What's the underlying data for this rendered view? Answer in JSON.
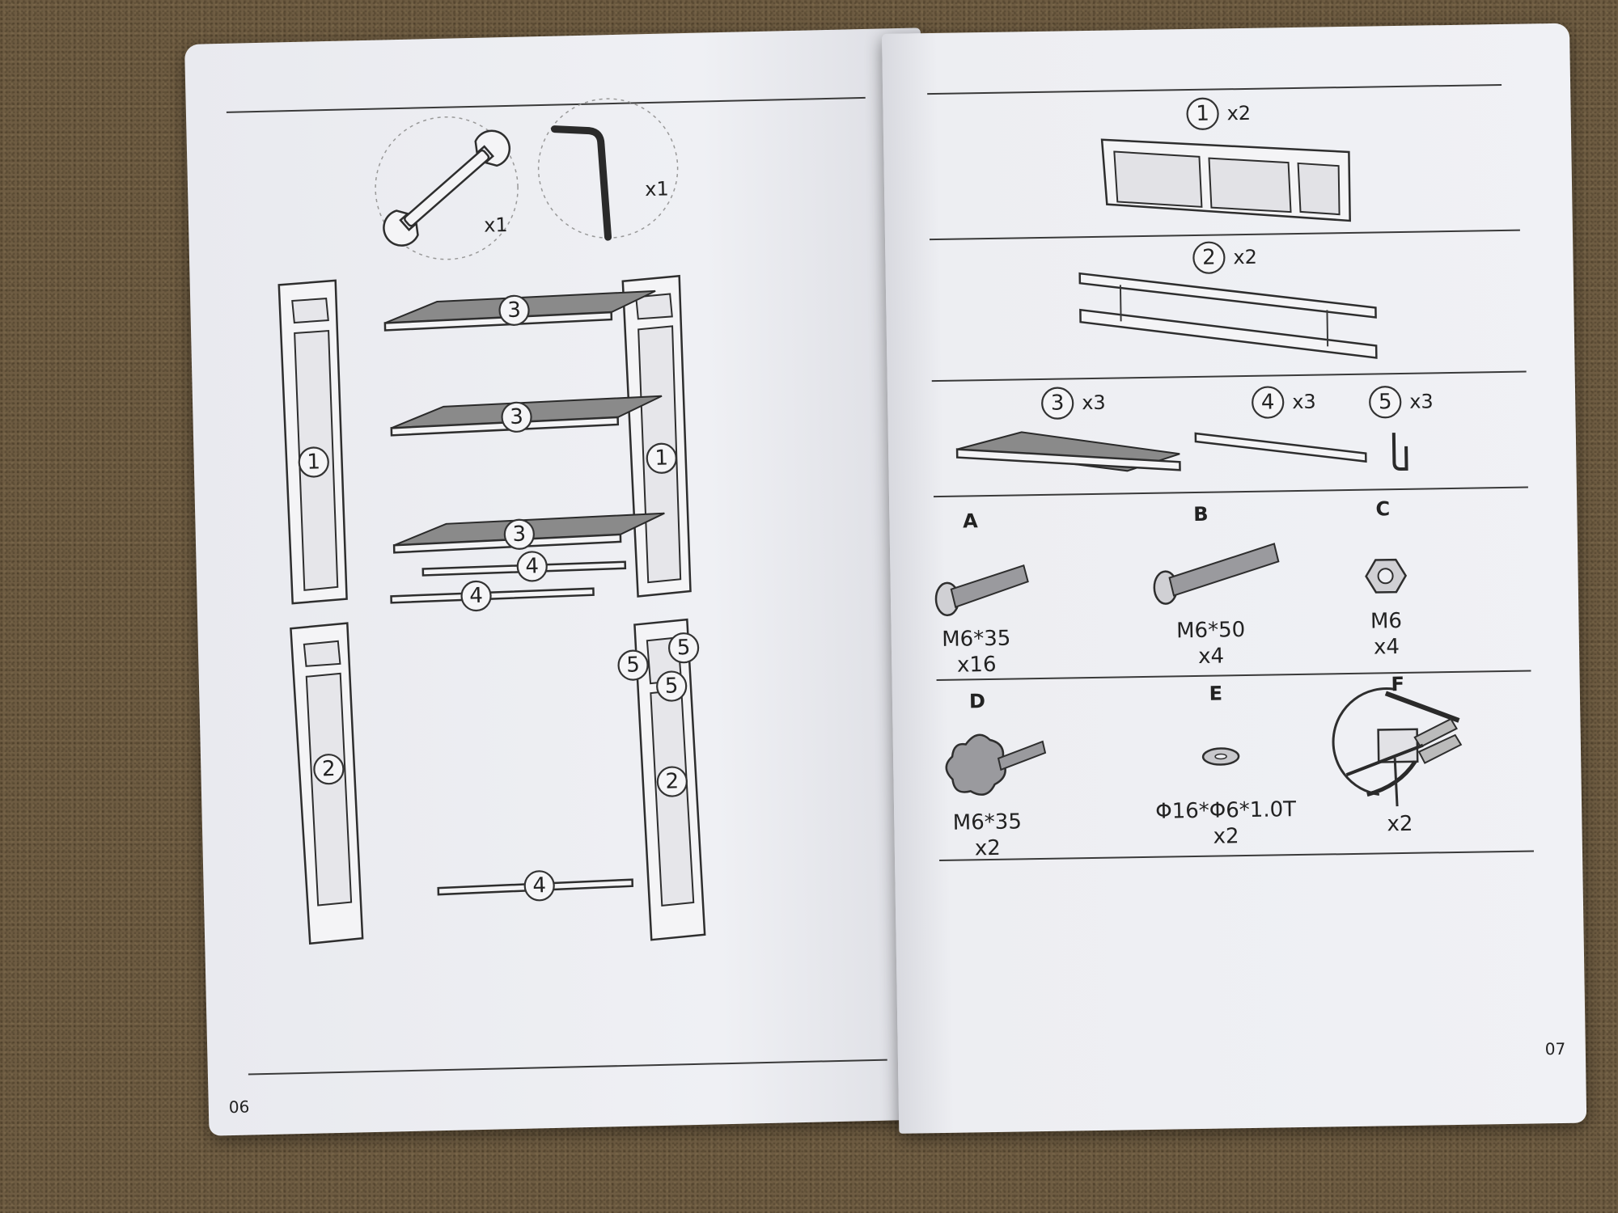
{
  "left_page": {
    "page_number": "06",
    "tools": [
      {
        "icon": "wrench-icon",
        "qty": "x1"
      },
      {
        "icon": "allen-key-icon",
        "qty": "x1"
      }
    ],
    "part_tags": {
      "side_upper": "1",
      "side_lower": "2",
      "shelf": "3",
      "bar": "4",
      "hook": "5"
    }
  },
  "right_page": {
    "page_number": "07",
    "parts": [
      {
        "num": "1",
        "qty": "x2"
      },
      {
        "num": "2",
        "qty": "x2"
      },
      {
        "num": "3",
        "qty": "x3"
      },
      {
        "num": "4",
        "qty": "x3"
      },
      {
        "num": "5",
        "qty": "x3"
      }
    ],
    "hardware": [
      {
        "letter": "A",
        "size": "M6*35",
        "qty": "x16"
      },
      {
        "letter": "B",
        "size": "M6*50",
        "qty": "x4"
      },
      {
        "letter": "C",
        "size": "M6",
        "qty": "x4"
      },
      {
        "letter": "D",
        "size": "M6*35",
        "qty": "x2"
      },
      {
        "letter": "E",
        "size": "Φ16*Φ6*1.0T",
        "qty": "x2"
      },
      {
        "letter": "F",
        "size": "",
        "qty": "x2"
      }
    ]
  }
}
